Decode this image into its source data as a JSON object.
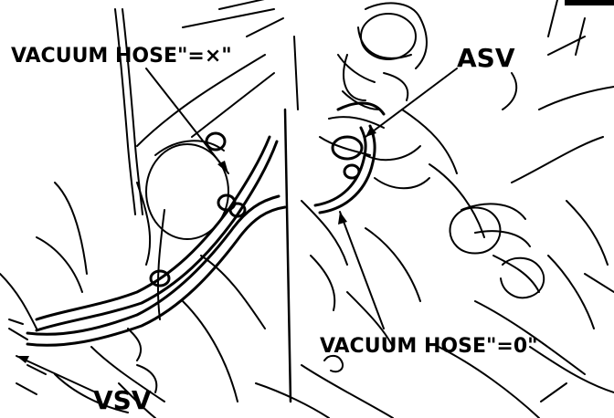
{
  "diagram": {
    "labels": {
      "hose_x": "VACUUM HOSE\"=×\"",
      "asv": "ASV",
      "hose_0": "VACUUM HOSE\"=0\"",
      "vsv": "VSV"
    }
  }
}
